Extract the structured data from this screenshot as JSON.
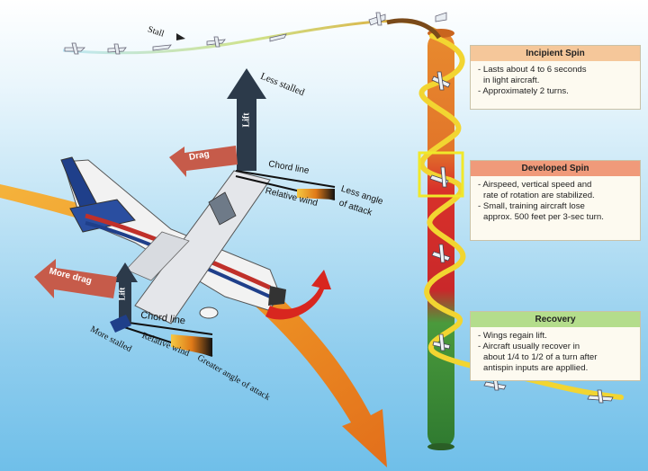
{
  "labels": {
    "stall": "Stall",
    "less_stalled": "Less stalled",
    "lift_top": "Lift",
    "lift_bottom": "Lift",
    "drag": "Drag",
    "more_drag": "More drag",
    "chord_line_top": "Chord line",
    "relative_wind_top": "Relative wind",
    "less_angle": "Less angle",
    "of_attack_top": "of attack",
    "chord_line_bottom": "Chord line",
    "relative_wind_bottom": "Relative wind",
    "more_stalled": "More stalled",
    "greater_angle": "Greater angle of attack"
  },
  "boxes": {
    "incipient": {
      "title": "Incipient Spin",
      "lines": [
        "- Lasts about 4 to 6 seconds",
        "in light aircraft.",
        "- Approximately 2 turns."
      ]
    },
    "developed": {
      "title": "Developed Spin",
      "lines": [
        "- Airspeed, vertical speed and",
        "rate of rotation are stabilized.",
        "- Small, training aircraft lose",
        "approx. 500 feet per 3-sec turn."
      ]
    },
    "recovery": {
      "title": "Recovery",
      "lines": [
        "- Wings regain lift.",
        "- Aircraft usually recover in",
        "about 1/4 to 1/2 of a turn after",
        "antispin inputs are appllied."
      ]
    }
  },
  "colors": {
    "column_top": "#e2762a",
    "column_mid": "#d8312a",
    "column_bottom": "#3f8f3a",
    "spiral": "#f2d531",
    "highlight": "#f0e82a",
    "arrow_orange": "#f29a1a",
    "drag_arrow": "#c65b4a",
    "lift_arrow": "#2c3a4a"
  }
}
